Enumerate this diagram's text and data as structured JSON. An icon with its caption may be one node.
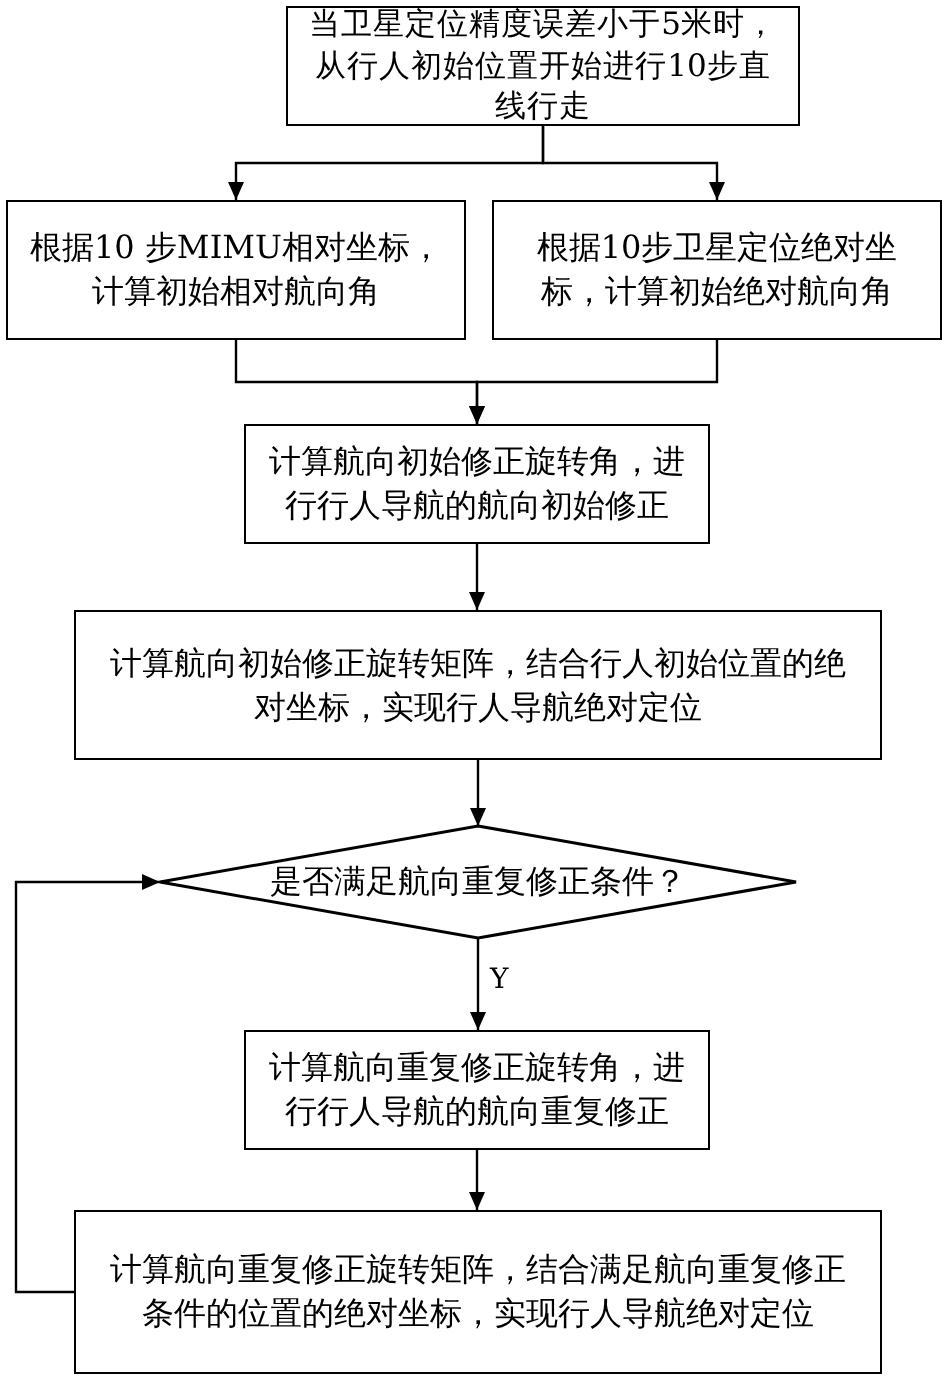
{
  "diagram": {
    "nodes": [
      {
        "text": [
          "当卫星定位精度误差小于5米时，从行人初始位置开始进行10步直线行走"
        ]
      },
      {
        "text": [
          "根据10 步MIMU相对坐标，计算初始相对航向角"
        ]
      },
      {
        "text": [
          "根据10步卫星定位绝对坐标，计算初始绝对航向角"
        ]
      },
      {
        "text": [
          "计算航向初始修正旋转角，进行行人导航的航向初始修正"
        ]
      },
      {
        "text": [
          "计算航向初始修正旋转矩阵，结合行人初始位置的绝对坐标，实现行人导航绝对定位"
        ]
      },
      {
        "text": [
          "是否满足航向重复修正条件？"
        ]
      },
      {
        "text": [
          "计算航向重复修正旋转角，进行行人导航的航向重复修正"
        ]
      },
      {
        "text": [
          "计算航向重复修正旋转矩阵，结合满足航向重复修正条件的位置的绝对坐标，实现行人导航绝对定位"
        ]
      }
    ],
    "edges": [
      {
        "from": 0,
        "to": 1,
        "arrow": "to"
      },
      {
        "from": 0,
        "to": 2,
        "arrow": "to"
      },
      {
        "from": 1,
        "to": 3,
        "arrow": "to"
      },
      {
        "from": 2,
        "to": 3,
        "arrow": "to"
      },
      {
        "from": 3,
        "to": 4,
        "arrow": "to"
      },
      {
        "from": 4,
        "to": 5,
        "arrow": "to"
      },
      {
        "from": 5,
        "to": 6,
        "arrow": "to",
        "label": "Y"
      },
      {
        "from": 6,
        "to": 7,
        "arrow": "to"
      },
      {
        "from": 7,
        "to": 5,
        "arrow": "to"
      }
    ]
  }
}
